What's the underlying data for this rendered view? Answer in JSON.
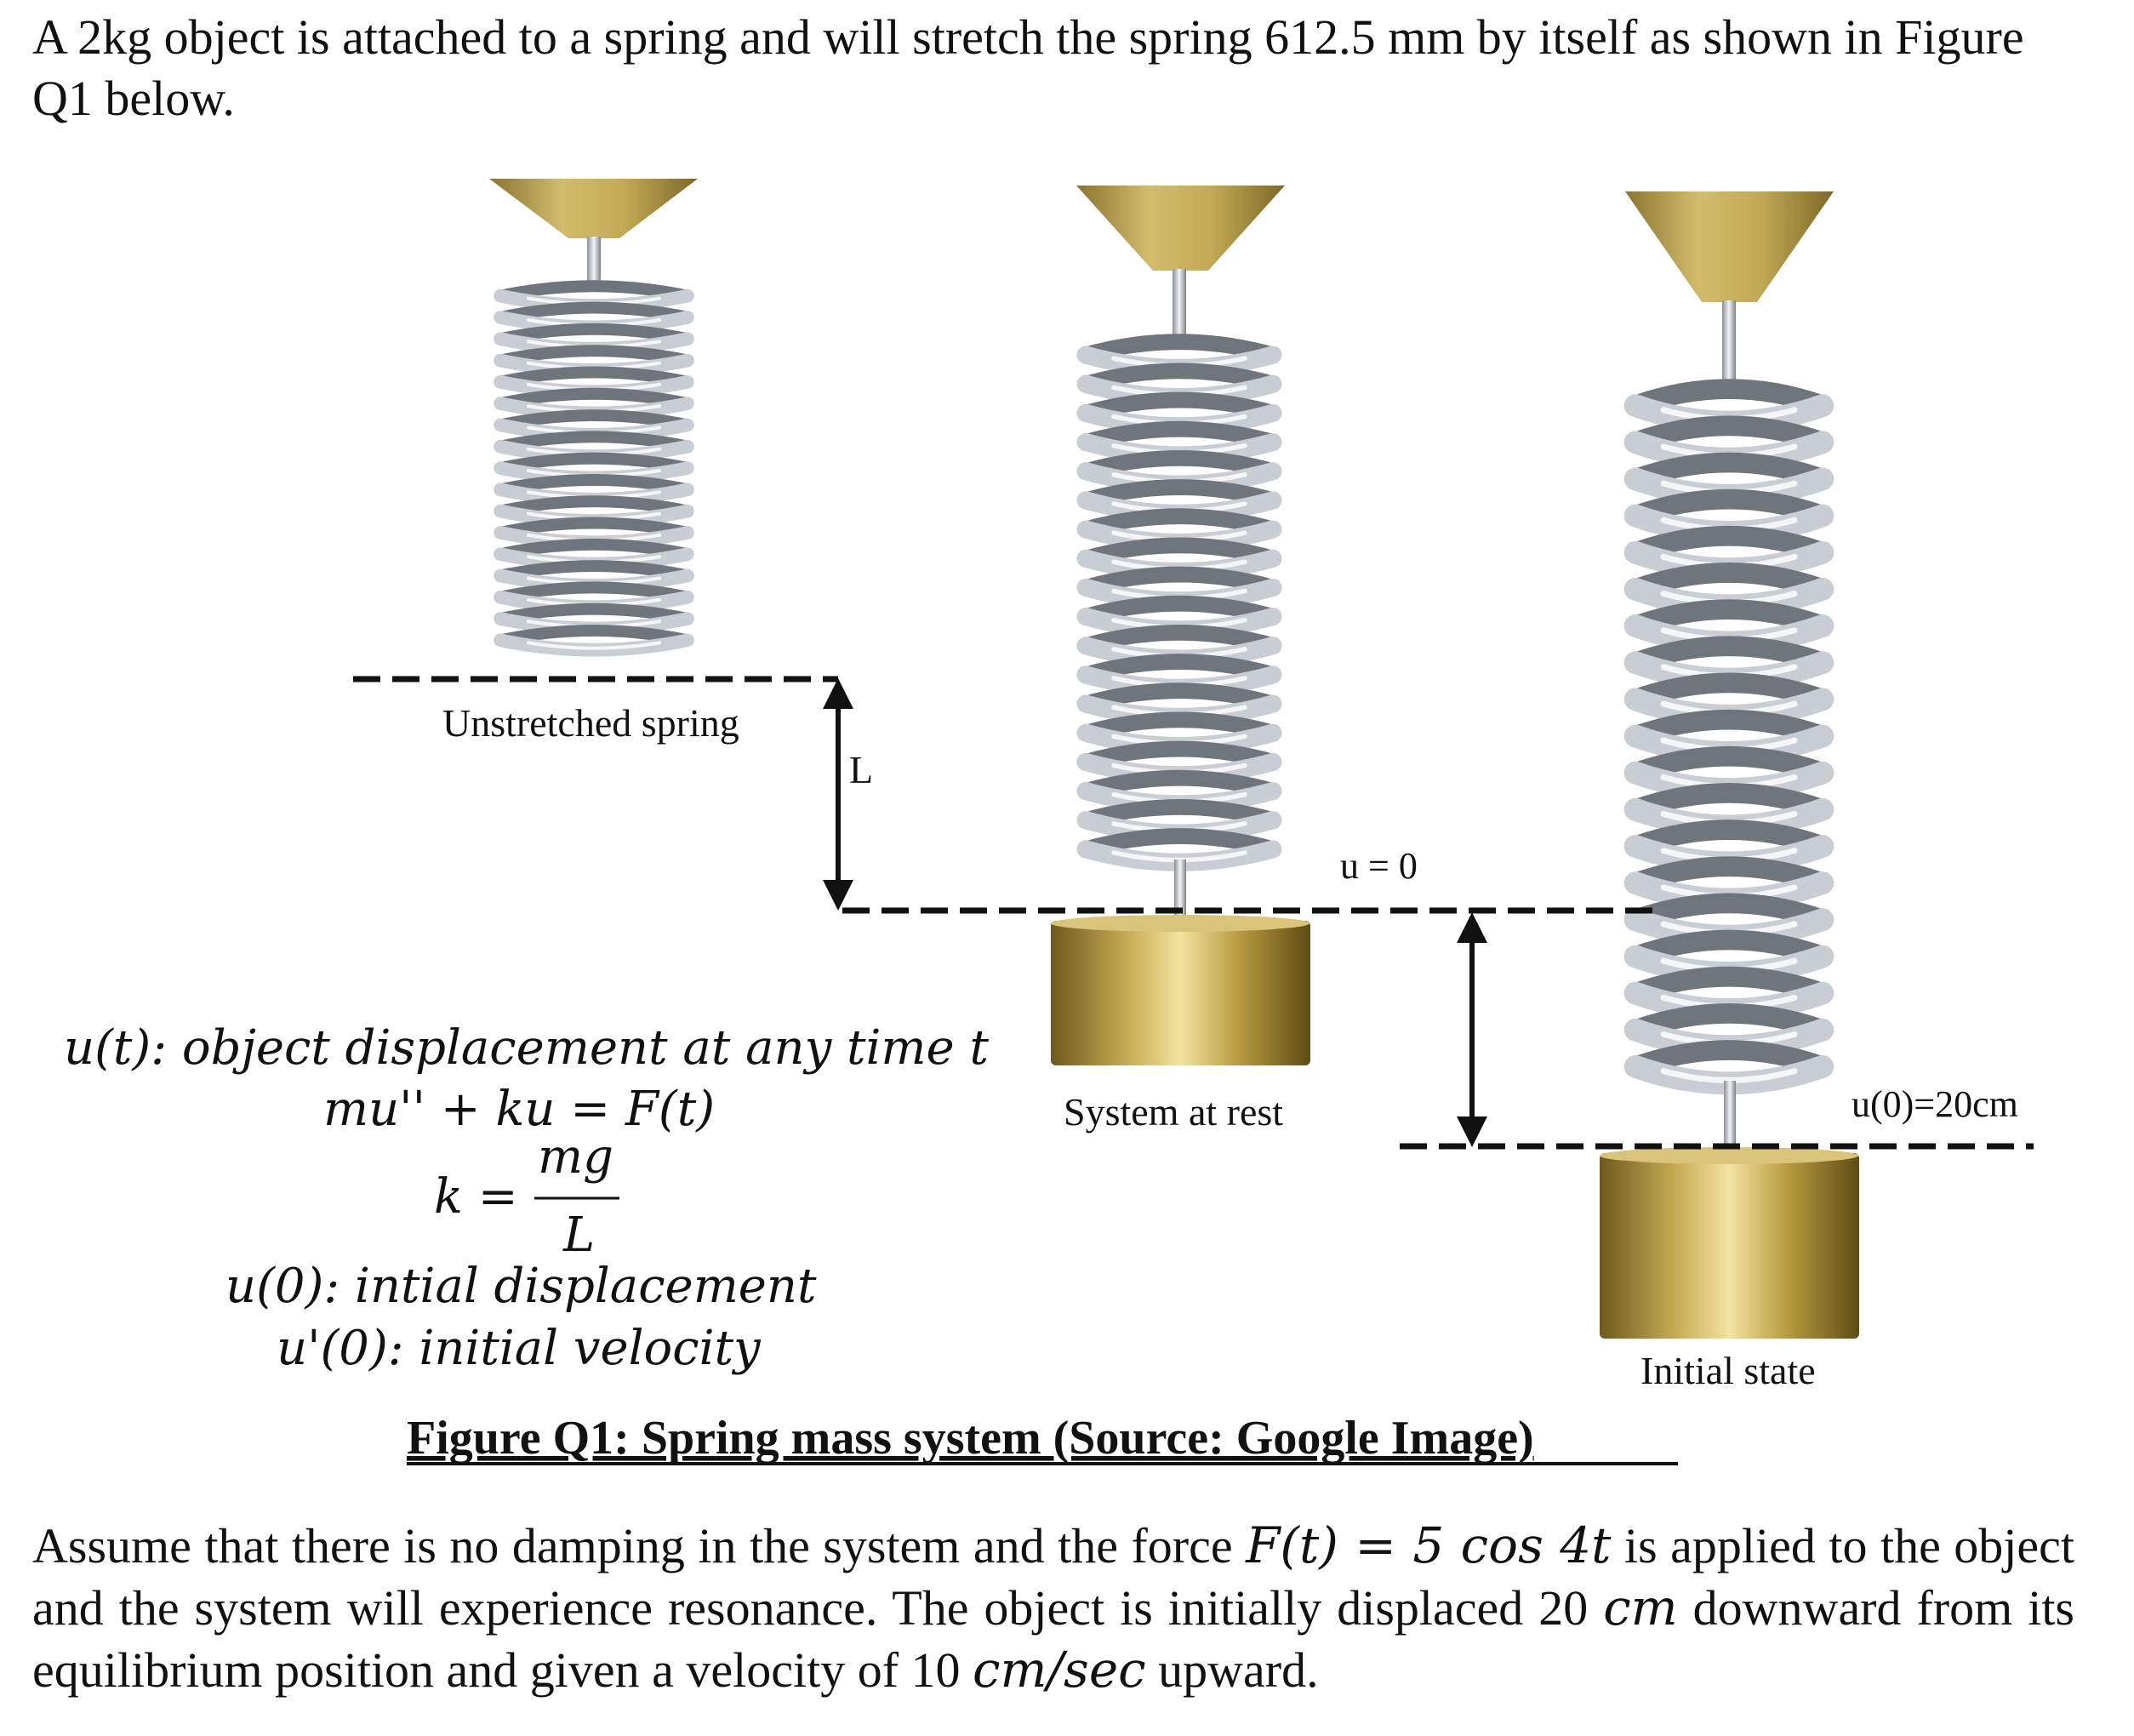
{
  "intro_text": "A 2kg object is attached to a spring and will stretch the spring 612.5 mm by itself as shown in Figure Q1 below.",
  "figure": {
    "label_unstretched": "Unstretched spring",
    "label_L": "L",
    "label_u0": "u = 0",
    "label_system_at_rest": "System at rest",
    "label_u0_20": "u(0)=20cm",
    "label_initial_state": "Initial state",
    "caption": "Figure Q1: Spring mass system (Source: Google Image)"
  },
  "equations": {
    "line1": "u(t): object displacement at any time t",
    "line2": "mu'' + ku = F(t)",
    "k_lhs": "k =",
    "k_num": "mg",
    "k_den": "L",
    "line4": "u(0): intial displacement",
    "line5": "u'(0): initial velocity"
  },
  "closing_text": {
    "part1": "Assume that there is no damping in the system and the force ",
    "force": "F(t) = 5 cos 4t",
    "part2": " is applied to the object and the system will experience resonance. The object is initially displaced 20 ",
    "unit1": "cm",
    "part3": " downward from its equilibrium position and given a velocity of 10 ",
    "unit2": "cm/sec",
    "part4": " upward."
  },
  "colors": {
    "brass": "#b59a45",
    "spring_steel": "#9aa0a8",
    "text": "#111111"
  }
}
